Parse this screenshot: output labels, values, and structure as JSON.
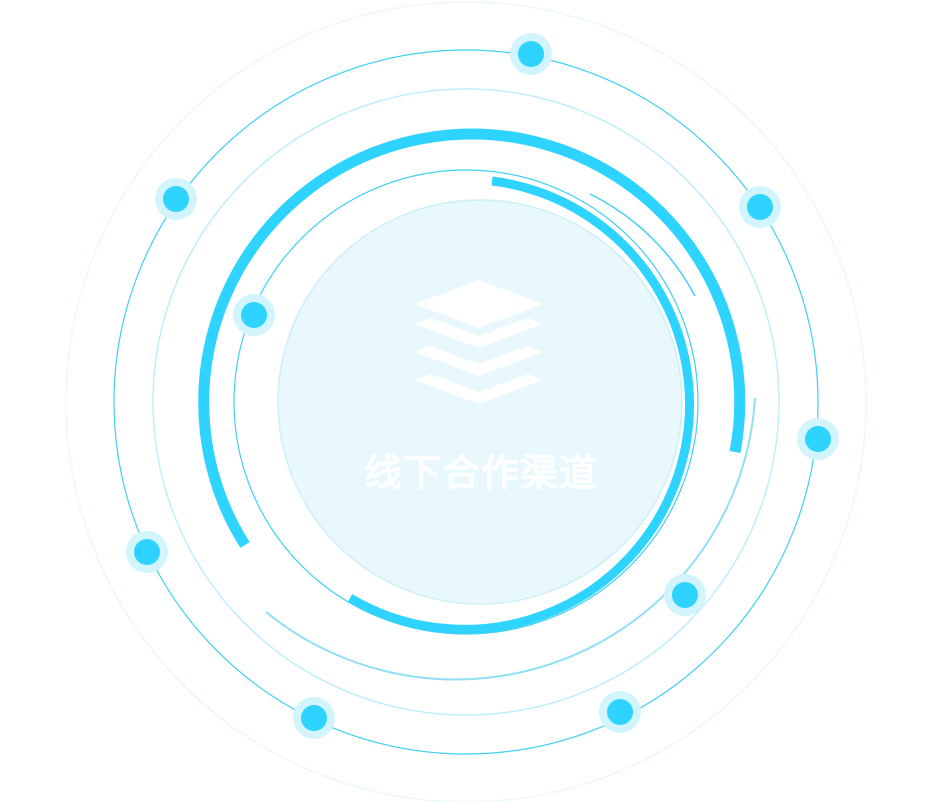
{
  "center": {
    "title": "线下合作渠道",
    "icon": "layers-icon"
  },
  "colors": {
    "accent": "#2ed3ff",
    "line": "#3fd0f2",
    "line_light": "#bfeefa",
    "core_fill": "#e8f8fd",
    "core_border": "#cdeff9",
    "dot_halo": "#d2f4fd",
    "icon": "#ffffff"
  },
  "nodes": [
    {
      "id": "node-1",
      "label": ""
    },
    {
      "id": "node-2",
      "label": ""
    },
    {
      "id": "node-3",
      "label": ""
    },
    {
      "id": "node-4",
      "label": ""
    },
    {
      "id": "node-5",
      "label": ""
    },
    {
      "id": "node-6",
      "label": ""
    },
    {
      "id": "node-7",
      "label": ""
    },
    {
      "id": "node-8",
      "label": ""
    },
    {
      "id": "node-9",
      "label": ""
    }
  ]
}
